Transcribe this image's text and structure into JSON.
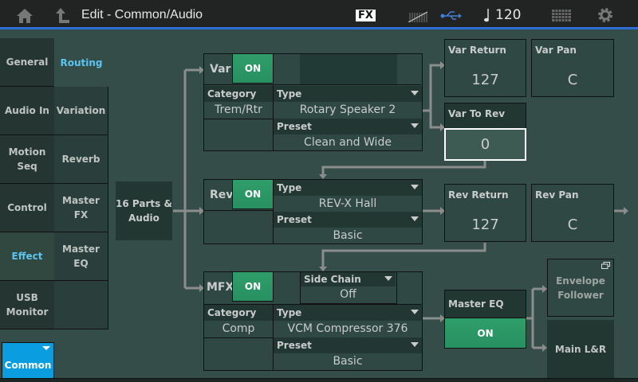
{
  "header": {
    "title": "Edit - Common/Audio",
    "fx_badge": "FX",
    "tempo": "120",
    "icons": [
      "home-icon",
      "up-arrow-icon",
      "meter-icon",
      "usb-icon",
      "note-icon",
      "grid-icon",
      "gear-icon"
    ]
  },
  "sidebar": {
    "col1": [
      "General",
      "Audio In",
      "Motion Seq",
      "Control",
      "Effect",
      "USB Monitor"
    ],
    "col2": [
      "Routing",
      "Variation",
      "Reverb",
      "Master FX",
      "Master EQ",
      ""
    ],
    "common": "Common"
  },
  "source": "16 Parts & Audio",
  "var": {
    "label": "Var",
    "on": "ON",
    "category_label": "Category",
    "category": "Trem/Rtr",
    "type_label": "Type",
    "type": "Rotary Speaker 2",
    "preset_label": "Preset",
    "preset": "Clean and Wide"
  },
  "var_return": {
    "label": "Var Return",
    "value": "127"
  },
  "var_pan": {
    "label": "Var Pan",
    "value": "C"
  },
  "var_to_rev": {
    "label": "Var To Rev",
    "value": "0"
  },
  "rev": {
    "label": "Rev",
    "on": "ON",
    "type_label": "Type",
    "type": "REV-X Hall",
    "preset_label": "Preset",
    "preset": "Basic"
  },
  "rev_return": {
    "label": "Rev Return",
    "value": "127"
  },
  "rev_pan": {
    "label": "Rev Pan",
    "value": "C"
  },
  "mfx": {
    "label": "MFX",
    "on": "ON",
    "side_chain_label": "Side Chain",
    "side_chain": "Off",
    "category_label": "Category",
    "category": "Comp",
    "type_label": "Type",
    "type": "VCM Compressor 376",
    "preset_label": "Preset",
    "preset": "Basic"
  },
  "master_eq": {
    "label": "Master EQ",
    "on": "ON"
  },
  "envelope_follower": "Envelope Follower",
  "main_out": "Main L&R"
}
